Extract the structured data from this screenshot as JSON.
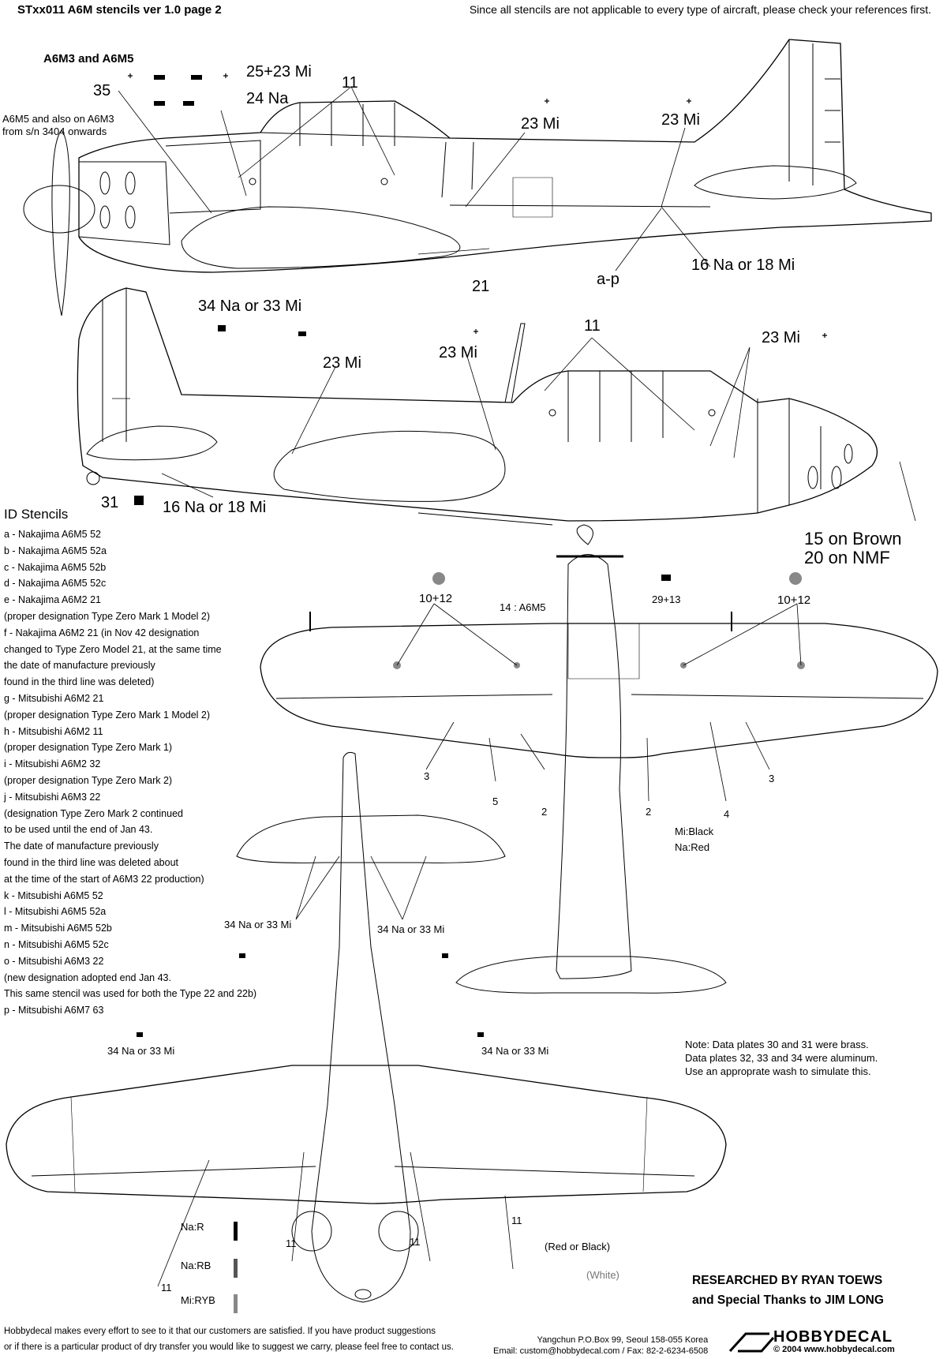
{
  "header": {
    "title": "STxx011 A6M stencils ver 1.0 page 2",
    "disclaimer": "Since all stencils are not applicable to every type of aircraft, please check your references first."
  },
  "subtitle": "A6M3 and A6M5",
  "a6m5_note": "A6M5 and also on A6M3 from s/n 3404 onwards",
  "callouts": {
    "c35": "35",
    "c25_23": "25+23 Mi",
    "c24": "24 Na",
    "c11_top": "11",
    "c23_top_a": "23 Mi",
    "c23_top_b": "23 Mi",
    "c21": "21",
    "c_ap": "a-p",
    "c16_top": "16 Na or 18 Mi",
    "c34_side": "34 Na or 33 Mi",
    "c23_mid_a": "23 Mi",
    "c23_mid_b": "23 Mi",
    "c11_mid": "11",
    "c23_mid_c": "23 Mi",
    "c31": "31",
    "c16_mid": "16 Na or 18 Mi",
    "c15": "15 on Brown",
    "c20": "20 on NMF",
    "c10_12_l": "10+12",
    "c14": "14 : A6M5",
    "c29_13": "29+13",
    "c10_12_r": "10+12",
    "c3_l": "3",
    "c5": "5",
    "c2_l": "2",
    "c2_r": "2",
    "c4": "4",
    "c3_r": "3",
    "mi_black": "Mi:Black",
    "na_red": "Na:Red",
    "c34_tail_l": "34 Na or 33 Mi",
    "c34_tail_r": "34 Na or 33 Mi",
    "c34_wing_l": "34 Na or 33 Mi",
    "c34_wing_r": "34 Na or 33 Mi",
    "c11_bl": "11",
    "c11_bm": "11",
    "c11_bc": "11",
    "c11_br": "11",
    "na_r": "Na:R",
    "na_rb": "Na:RB",
    "mi_ryb": "Mi:RYB",
    "digits_red": "(Red or Black)",
    "digits_white": "(White)"
  },
  "id_stencils": {
    "title": "ID Stencils",
    "items": [
      "a - Nakajima A6M5 52",
      "b - Nakajima A6M5 52a",
      "c - Nakajima A6M5 52b",
      "d - Nakajima A6M5 52c",
      "e - Nakajima A6M2 21",
      " (proper designation Type Zero Mark 1 Model 2)",
      "f - Nakajima A6M2 21 (in Nov 42 designation",
      "  changed to Type Zero Model 21, at the same time",
      "  the date of manufacture previously",
      "  found in the third line was deleted)",
      "g - Mitsubishi A6M2 21",
      " (proper designation Type Zero Mark 1 Model 2)",
      "h - Mitsubishi A6M2 11",
      " (proper designation Type Zero Mark 1)",
      "i - Mitsubishi A6M2 32",
      " (proper designation Type Zero Mark 2)",
      "j - Mitsubishi A6M3 22",
      " (designation Type Zero Mark 2 continued",
      "  to be used until the end of Jan 43.",
      "  The date of manufacture previously",
      "  found in the third line was deleted about",
      "  at the time of the start of A6M3 22 production)",
      "k - Mitsubishi A6M5 52",
      "l - Mitsubishi A6M5 52a",
      "m - Mitsubishi A6M5 52b",
      "n - Mitsubishi A6M5 52c",
      "o - Mitsubishi A6M3 22",
      " (new designation adopted end Jan 43.",
      "  This same stencil was used for both the Type 22 and 22b)",
      "p - Mitsubishi A6M7 63"
    ]
  },
  "note": {
    "line1": "Note: Data plates 30 and 31 were brass.",
    "line2": "Data plates 32, 33 and 34 were aluminum.",
    "line3": "Use an approprate wash to simulate this."
  },
  "credits": {
    "line1": "RESEARCHED BY RYAN TOEWS",
    "line2": "and Special Thanks to JIM LONG"
  },
  "footer": {
    "left1": "Hobbydecal makes every effort to see to it that our customers are satisfied. If you have product suggestions",
    "left2": "or if there is a particular product of dry transfer you would like to suggest we carry,  please feel free to contact us.",
    "address": "Yangchun P.O.Box 99, Seoul 158-055 Korea",
    "contact": "Email: custom@hobbydecal.com / Fax: 82-2-6234-6508",
    "brand": "HOBBYDECAL",
    "copyright": "© 2004 www.hobbydecal.com"
  },
  "colors": {
    "line": "#000000",
    "grey_dot": "#888888",
    "background": "#ffffff"
  }
}
